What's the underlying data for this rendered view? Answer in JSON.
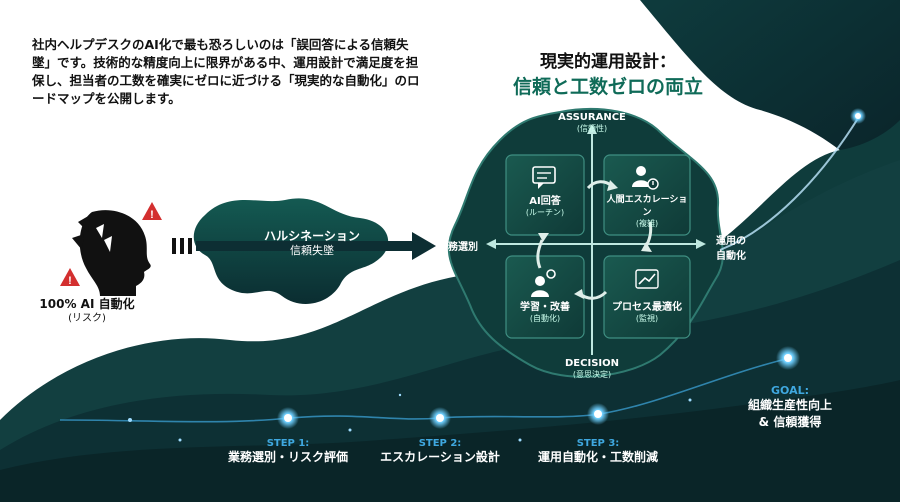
{
  "intro_text": "社内ヘルプデスクのAI化で最も恐ろしいのは「誤回答による信頼失墜」です。技術的な精度向上に限界がある中、運用設計で満足度を担保し、担当者の工数を確実にゼロに近づける「現実的な自動化」のロードマップを公開します。",
  "title": {
    "line1": "現実的運用設計：",
    "line2": "信頼と工数ゼロの両立"
  },
  "risk": {
    "label": "100% AI 自動化",
    "sub": "(リスク)"
  },
  "hallucination": {
    "label": "ハルシネーション",
    "sub": "信頼失墜"
  },
  "axes": {
    "top": {
      "label": "ASSURANCE",
      "sub": "(信頼性)"
    },
    "bottom": {
      "label": "DECISION",
      "sub": "(意思決定)"
    },
    "left": {
      "label": "業務選別"
    },
    "right": {
      "line1": "運用の",
      "line2": "自動化"
    }
  },
  "quadrants": {
    "tl": {
      "title1": "AI回答",
      "title2": "(ルーチン)"
    },
    "tr": {
      "title1": "人間エスカレーション",
      "title2": "(複雑)"
    },
    "bl": {
      "title1": "学習・改善",
      "title2": "(自動化)"
    },
    "br": {
      "title1": "プロセス最適化",
      "title2": "(監視)"
    }
  },
  "steps": [
    {
      "label": "STEP 1:",
      "text": "業務選別・リスク評価"
    },
    {
      "label": "STEP 2:",
      "text": "エスカレーション設計"
    },
    {
      "label": "STEP 3:",
      "text": "運用自動化・工数削減"
    }
  ],
  "goal": {
    "label": "GOAL:",
    "line1": "組織生産性向上",
    "line2": "& 信頼獲得"
  },
  "colors": {
    "dark": "#0d2e33",
    "mid": "#114a48",
    "accent": "#0f6b58",
    "step_blue": "#3fa8e0"
  }
}
